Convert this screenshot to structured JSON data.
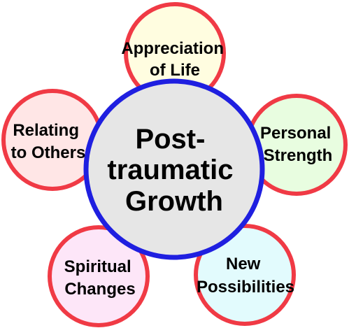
{
  "center": {
    "lines": [
      "Post-",
      "traumatic",
      "Growth"
    ],
    "fill": "#e6e6e6",
    "stroke": "#1f1fe0"
  },
  "outer_stroke": "#f03a45",
  "nodes": [
    {
      "id": "appreciation",
      "lines": [
        "Appreciation",
        "of Life"
      ],
      "fill": "#fffde0"
    },
    {
      "id": "relating",
      "lines": [
        "Relating",
        "to Others"
      ],
      "fill": "#ffe6e6"
    },
    {
      "id": "personal",
      "lines": [
        "Personal",
        "Strength"
      ],
      "fill": "#e8fde0"
    },
    {
      "id": "spiritual",
      "lines": [
        "Spiritual",
        "Changes"
      ],
      "fill": "#fde6f8"
    },
    {
      "id": "possibilities",
      "lines": [
        "New",
        "Possibilities"
      ],
      "fill": "#e2fbfd"
    }
  ]
}
